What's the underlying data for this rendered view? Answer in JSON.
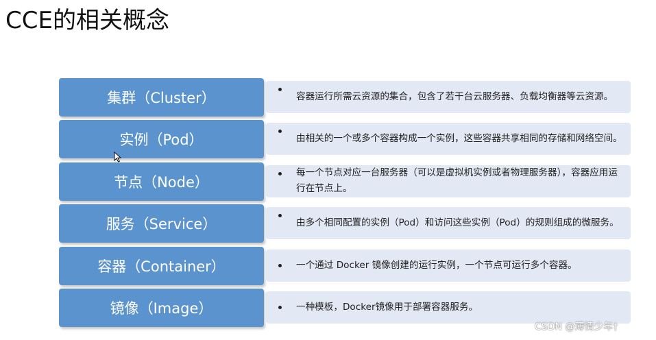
{
  "title": "CCE的相关概念",
  "concepts": [
    {
      "term": "集群（Cluster）",
      "description": "容器运行所需云资源的集合，包含了若干台云服务器、负载均衡器等云资源。"
    },
    {
      "term": "实例（Pod）",
      "description": "由相关的一个或多个容器构成一个实例，这些容器共享相同的存储和网络空间。"
    },
    {
      "term": "节点（Node）",
      "description": "每一个节点对应一台服务器（可以是虚拟机实例或者物理服务器），容器应用运行在节点上。"
    },
    {
      "term": "服务（Service）",
      "description": "由多个相同配置的实例（Pod）和访问这些实例（Pod）的规则组成的微服务。"
    },
    {
      "term": "容器（Container）",
      "description": "一个通过 Docker 镜像创建的运行实例，一个节点可运行多个容器。"
    },
    {
      "term": "镜像（Image）",
      "description": "一种模板，Docker镜像用于部署容器服务。"
    }
  ],
  "watermark": "CSDN @薄情少年†",
  "icons": {
    "bullet": "bullet-icon",
    "cursor": "mouse-cursor-icon"
  },
  "colors": {
    "term_background": "#5b93cf",
    "description_background": "#e3e9f4"
  }
}
